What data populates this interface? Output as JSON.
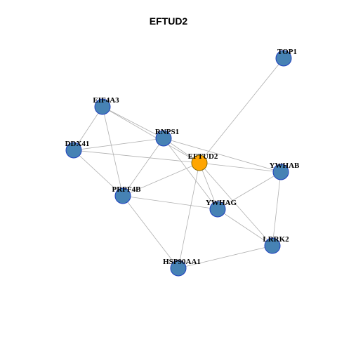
{
  "title": "EFTUD2",
  "colors": {
    "node_fill": "#4682B4",
    "node_stroke": "#1f3fbf",
    "focus_fill": "#FFA500",
    "focus_stroke": "#8a6a00",
    "edge": "#b0b0b0"
  },
  "nodes": [
    {
      "id": "EFTUD2",
      "label": "EFTUD2",
      "focus": true
    },
    {
      "id": "TOP1",
      "label": "TOP1",
      "focus": false
    },
    {
      "id": "EIF4A3",
      "label": "EIF4A3",
      "focus": false
    },
    {
      "id": "RNPS1",
      "label": "RNPS1",
      "focus": false
    },
    {
      "id": "DDX41",
      "label": "DDX41",
      "focus": false
    },
    {
      "id": "YWHAB",
      "label": "YWHAB",
      "focus": false
    },
    {
      "id": "PRPF4B",
      "label": "PRPF4B",
      "focus": false
    },
    {
      "id": "YWHAG",
      "label": "YWHAG",
      "focus": false
    },
    {
      "id": "LRRK2",
      "label": "LRRK2",
      "focus": false
    },
    {
      "id": "HSP90AA1",
      "label": "HSP90AA1",
      "focus": false
    }
  ],
  "edges": [
    [
      "TOP1",
      "EFTUD2"
    ],
    [
      "EIF4A3",
      "RNPS1"
    ],
    [
      "EIF4A3",
      "DDX41"
    ],
    [
      "EIF4A3",
      "PRPF4B"
    ],
    [
      "EIF4A3",
      "EFTUD2"
    ],
    [
      "RNPS1",
      "DDX41"
    ],
    [
      "RNPS1",
      "EFTUD2"
    ],
    [
      "RNPS1",
      "PRPF4B"
    ],
    [
      "RNPS1",
      "YWHAB"
    ],
    [
      "RNPS1",
      "YWHAG"
    ],
    [
      "DDX41",
      "EFTUD2"
    ],
    [
      "DDX41",
      "PRPF4B"
    ],
    [
      "EFTUD2",
      "YWHAB"
    ],
    [
      "EFTUD2",
      "PRPF4B"
    ],
    [
      "EFTUD2",
      "YWHAG"
    ],
    [
      "EFTUD2",
      "HSP90AA1"
    ],
    [
      "EFTUD2",
      "LRRK2"
    ],
    [
      "YWHAB",
      "YWHAG"
    ],
    [
      "YWHAB",
      "LRRK2"
    ],
    [
      "PRPF4B",
      "YWHAG"
    ],
    [
      "PRPF4B",
      "HSP90AA1"
    ],
    [
      "YWHAG",
      "LRRK2"
    ],
    [
      "LRRK2",
      "HSP90AA1"
    ]
  ]
}
